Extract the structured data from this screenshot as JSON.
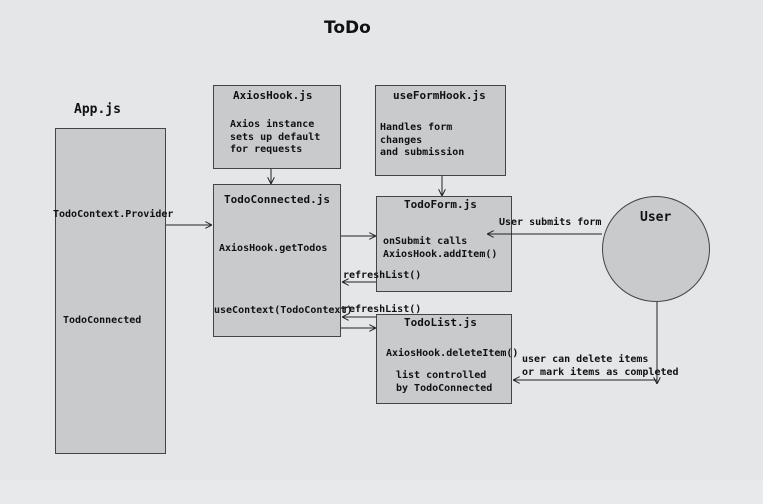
{
  "title": "ToDo",
  "app": {
    "label": "App.js",
    "provider": "TodoContext.Provider",
    "connected": "TodoConnected"
  },
  "axios_hook": {
    "label": "AxiosHook.js",
    "desc": "Axios instance\nsets up default\nfor requests"
  },
  "form_hook": {
    "label": "useFormHook.js",
    "desc": "Handles form\nchanges\nand submission"
  },
  "todo_connected": {
    "label": "TodoConnected.js",
    "get_todos": "AxiosHook.getTodos",
    "use_context": "useContext(TodoContext)"
  },
  "todo_form": {
    "label": "TodoForm.js",
    "desc": "onSubmit calls\nAxiosHook.addItem()"
  },
  "todo_list": {
    "label": "TodoList.js",
    "delete": "AxiosHook.deleteItem()",
    "desc": "list controlled\nby TodoConnected"
  },
  "user": {
    "label": "User"
  },
  "edges": {
    "refresh_1": "refreshList()",
    "refresh_2": "refreshList()",
    "user_submits": "User submits form",
    "user_delete": "user can delete items\nor mark items as completed"
  }
}
